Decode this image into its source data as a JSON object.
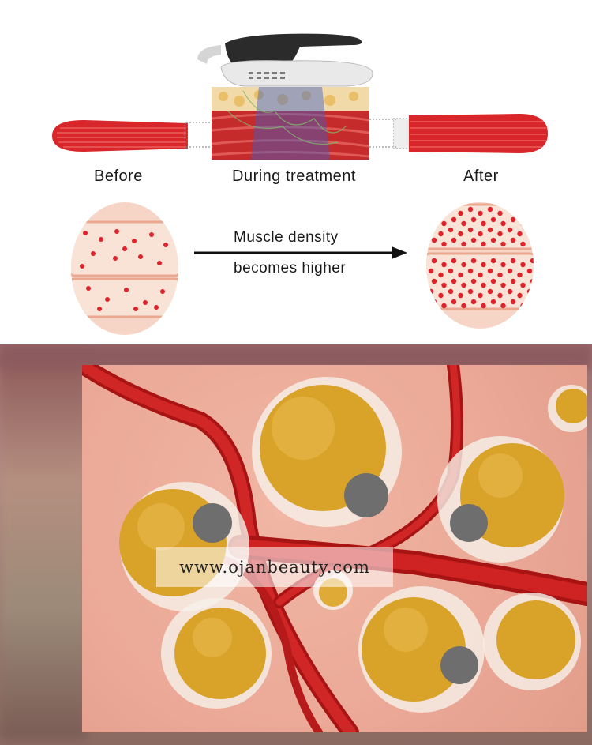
{
  "labels": {
    "before": "Before",
    "during": "During treatment",
    "after": "After"
  },
  "arrow_text": {
    "line1": "Muscle density",
    "line2": "becomes higher"
  },
  "watermark": "www.ojanbeauty.com",
  "colors": {
    "muscle_red": "#d8262a",
    "muscle_dot": "#e0222a",
    "tissue_pink": "#f3c9b6",
    "vessel_red": "#c81e1e",
    "fat_yellow": "#d9a228",
    "device_dark": "#2b2b2b"
  }
}
